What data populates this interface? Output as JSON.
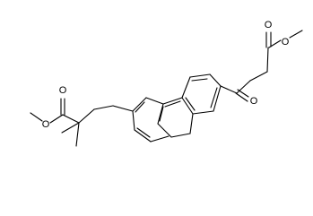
{
  "atoms": {
    "o_ester_right_carbonyl": "O",
    "o_ester_right_single": "O",
    "o_ketone": "O",
    "o_ester_left_carbonyl": "O",
    "o_ester_left_single": "O"
  }
}
